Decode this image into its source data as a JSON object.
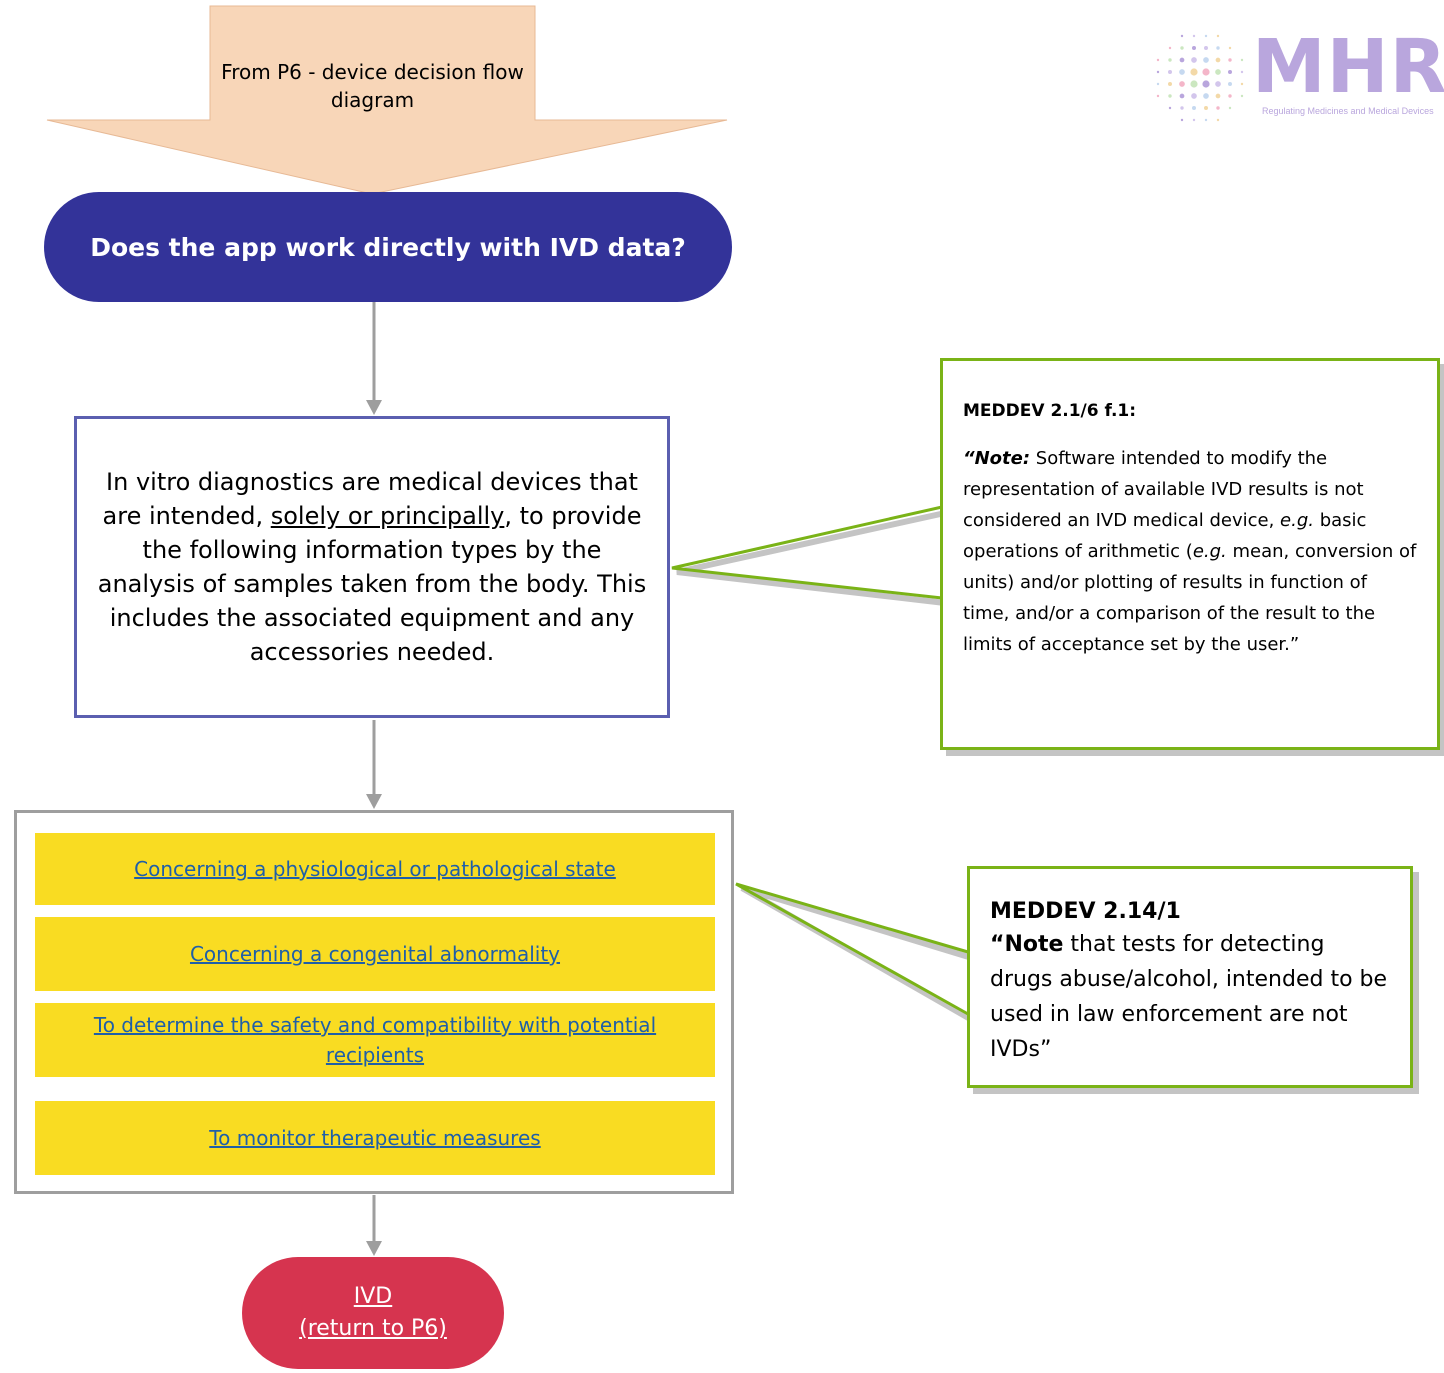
{
  "entry_arrow": {
    "text": "From P6 - device decision flow diagram"
  },
  "logo": {
    "text": "MHRA",
    "tagline": "Regulating Medicines and Medical Devices"
  },
  "question": {
    "text": "Does the app work directly with IVD data?"
  },
  "definition": {
    "before": "In vitro diagnostics are medical devices that are intended, ",
    "underlined": "solely or principally",
    "after": ", to provide the following information types by the analysis of samples taken from the body. This includes the associated equipment and any accessories needed."
  },
  "info_types": [
    "Concerning a physiological or pathological state",
    "Concerning a congenital abnormality",
    "To determine the safety and compatibility with potential recipients",
    "To monitor therapeutic measures"
  ],
  "terminator": {
    "line1": "IVD",
    "line2": "(return to P6)"
  },
  "note1": {
    "title": "MEDDEV 2.1/6 f.1:",
    "quote_open": "“",
    "label": "Note:",
    "part1": " Software intended to modify the representation of available IVD results is not considered an IVD medical device, ",
    "eg1": "e.g.",
    "part2": " basic operations of arithmetic (",
    "eg2": "e.g.",
    "part3": " mean, conversion of units) and/or plotting of results in function of time, and/or a comparison of the result to the limits of acceptance set by the user.”"
  },
  "note2": {
    "title": "MEDDEV 2.14/1",
    "quote_open": "“",
    "label": "Note",
    "text": " that tests for detecting drugs abuse/alcohol, intended to be used in law enforcement are not IVDs”"
  },
  "colors": {
    "question_fill": "#333399",
    "definition_border": "#5b5fb0",
    "item_fill": "#f9dc22",
    "link_text": "#1f5fa8",
    "terminator_fill": "#d6344f",
    "note_border": "#7ab317",
    "entry_arrow_fill": "#f8d6b8",
    "connector": "#9e9e9e",
    "logo": "#b9a6dd"
  }
}
